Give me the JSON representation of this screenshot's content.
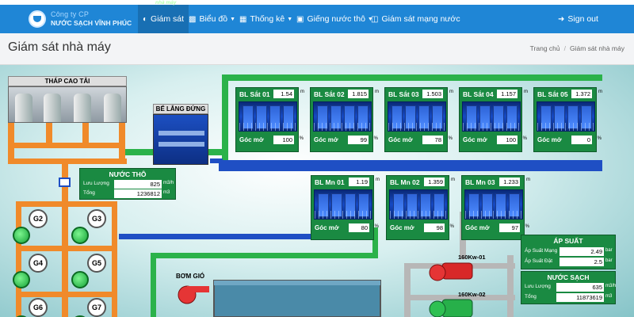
{
  "nav": {
    "brand_line1": "Công ty CP",
    "brand_line2": "NƯỚC SẠCH VĨNH PHÚC",
    "items": [
      {
        "label": "Giám sát",
        "badge": "nhà máy",
        "icon": "dashboard-icon"
      },
      {
        "label": "Biểu đồ",
        "icon": "bar-chart-icon"
      },
      {
        "label": "Thống kê",
        "icon": "table-icon"
      },
      {
        "label": "Giếng nước thô",
        "icon": "laptop-icon"
      },
      {
        "label": "Giám sát mạng nước",
        "icon": "map-icon"
      }
    ],
    "signout": "Sign out"
  },
  "header": {
    "title": "Giám sát nhà máy",
    "breadcrumb": [
      "Trang chủ",
      "Giám sát nhà máy"
    ]
  },
  "scada": {
    "thap_cao_tai": "THÁP CAO TẢI",
    "be_lang_dung": "BỂ LẮNG ĐỨNG",
    "bom_gio": "BƠM GIÓ",
    "bl_sat": [
      {
        "name": "BL Sắt 01",
        "level": "1.54",
        "goc_mo": "100"
      },
      {
        "name": "BL Sắt 02",
        "level": "1.815",
        "goc_mo": "99"
      },
      {
        "name": "BL Sắt 03",
        "level": "1.503",
        "goc_mo": "78"
      },
      {
        "name": "BL Sắt 04",
        "level": "1.157",
        "goc_mo": "100"
      },
      {
        "name": "BL Sắt 05",
        "level": "1.372",
        "goc_mo": "0"
      }
    ],
    "bl_mn": [
      {
        "name": "BL Mn 01",
        "level": "1.19",
        "goc_mo": "80"
      },
      {
        "name": "BL Mn 02",
        "level": "1.359",
        "goc_mo": "98"
      },
      {
        "name": "BL Mn 03",
        "level": "1.233",
        "goc_mo": "97"
      }
    ],
    "goc_mo_label": "Góc mở",
    "level_unit": "m",
    "percent_unit": "%",
    "nuoc_tho": {
      "title": "NƯỚC THÔ",
      "flow_label": "Lưu Lượng",
      "flow_value": "825",
      "flow_unit": "m3/h",
      "total_label": "Tổng",
      "total_value": "1236812",
      "total_unit": "m3"
    },
    "ap_suat": {
      "title": "ÁP SUẤT",
      "mang_label": "Áp Suất Mạng",
      "mang_value": "2.49",
      "dat_label": "Áp Suất Đặt",
      "dat_value": "2.5",
      "unit": "bar"
    },
    "nuoc_sach": {
      "title": "NƯỚC SẠCH",
      "flow_label": "Lưu Lượng",
      "flow_value": "635",
      "flow_unit": "m3/h",
      "total_label": "Tổng",
      "total_value": "11873619",
      "total_unit": "m3"
    },
    "pumps": [
      "G2",
      "G3",
      "G4",
      "G5",
      "G6",
      "G7"
    ],
    "motors": [
      "160Kw-01",
      "160Kw-02"
    ]
  },
  "colors": {
    "nav_bg": "#1f86d6",
    "panel_green": "#1a8a42",
    "pipe_orange": "#f08a2a",
    "pipe_blue": "#1f4fc4",
    "pipe_green": "#2bb24a",
    "pipe_grey": "#b7b7b7"
  }
}
